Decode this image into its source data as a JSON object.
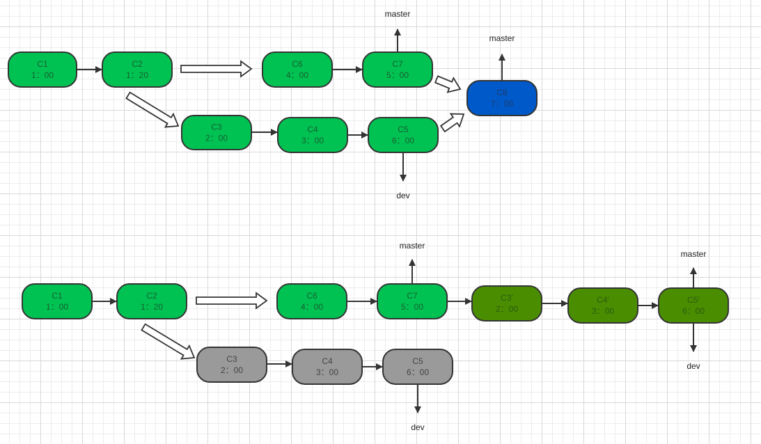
{
  "colors": {
    "commit_green": "#00c253",
    "commit_blue": "#0059c9",
    "commit_dark_green": "#4a8d00",
    "commit_grey": "#9a9a9a",
    "stroke": "#333333",
    "text_green_node": "#1a5e2e",
    "text_blue_node": "#1f3d6b",
    "text_dark_green_node": "#2b5a12",
    "text_grey_node": "#444444"
  },
  "top_diagram": {
    "nodes": [
      {
        "id": "t-c1",
        "name": "C1",
        "time": "1：00",
        "style": "green"
      },
      {
        "id": "t-c2",
        "name": "C2",
        "time": "1：20",
        "style": "green"
      },
      {
        "id": "t-c6",
        "name": "C6",
        "time": "4：00",
        "style": "green"
      },
      {
        "id": "t-c7",
        "name": "C7",
        "time": "5：00",
        "style": "green"
      },
      {
        "id": "t-c8",
        "name": "C8",
        "time": "7：00",
        "style": "blue"
      },
      {
        "id": "t-c3",
        "name": "C3",
        "time": "2：00",
        "style": "green"
      },
      {
        "id": "t-c4",
        "name": "C4",
        "time": "3：00",
        "style": "green"
      },
      {
        "id": "t-c5",
        "name": "C5",
        "time": "6：00",
        "style": "green"
      }
    ],
    "branch_labels": [
      {
        "id": "t-master-c7",
        "text": "master"
      },
      {
        "id": "t-master-c8",
        "text": "master"
      },
      {
        "id": "t-dev-c5",
        "text": "dev"
      }
    ]
  },
  "bottom_diagram": {
    "nodes": [
      {
        "id": "b-c1",
        "name": "C1",
        "time": "1：00",
        "style": "green"
      },
      {
        "id": "b-c2",
        "name": "C2",
        "time": "1：20",
        "style": "green"
      },
      {
        "id": "b-c6",
        "name": "C6",
        "time": "4：00",
        "style": "green"
      },
      {
        "id": "b-c7",
        "name": "C7",
        "time": "5：00",
        "style": "green"
      },
      {
        "id": "b-c3p",
        "name": "C3'",
        "time": "2：00",
        "style": "dark_green"
      },
      {
        "id": "b-c4p",
        "name": "C4'",
        "time": "3：00",
        "style": "dark_green"
      },
      {
        "id": "b-c5p",
        "name": "C5'",
        "time": "6：00",
        "style": "dark_green"
      },
      {
        "id": "b-c3",
        "name": "C3",
        "time": "2：00",
        "style": "grey"
      },
      {
        "id": "b-c4",
        "name": "C4",
        "time": "3：00",
        "style": "grey"
      },
      {
        "id": "b-c5",
        "name": "C5",
        "time": "6：00",
        "style": "grey"
      }
    ],
    "branch_labels": [
      {
        "id": "b-master-c7",
        "text": "master"
      },
      {
        "id": "b-master-c5p",
        "text": "master"
      },
      {
        "id": "b-dev-c5p",
        "text": "dev"
      },
      {
        "id": "b-dev-c5",
        "text": "dev"
      }
    ]
  }
}
